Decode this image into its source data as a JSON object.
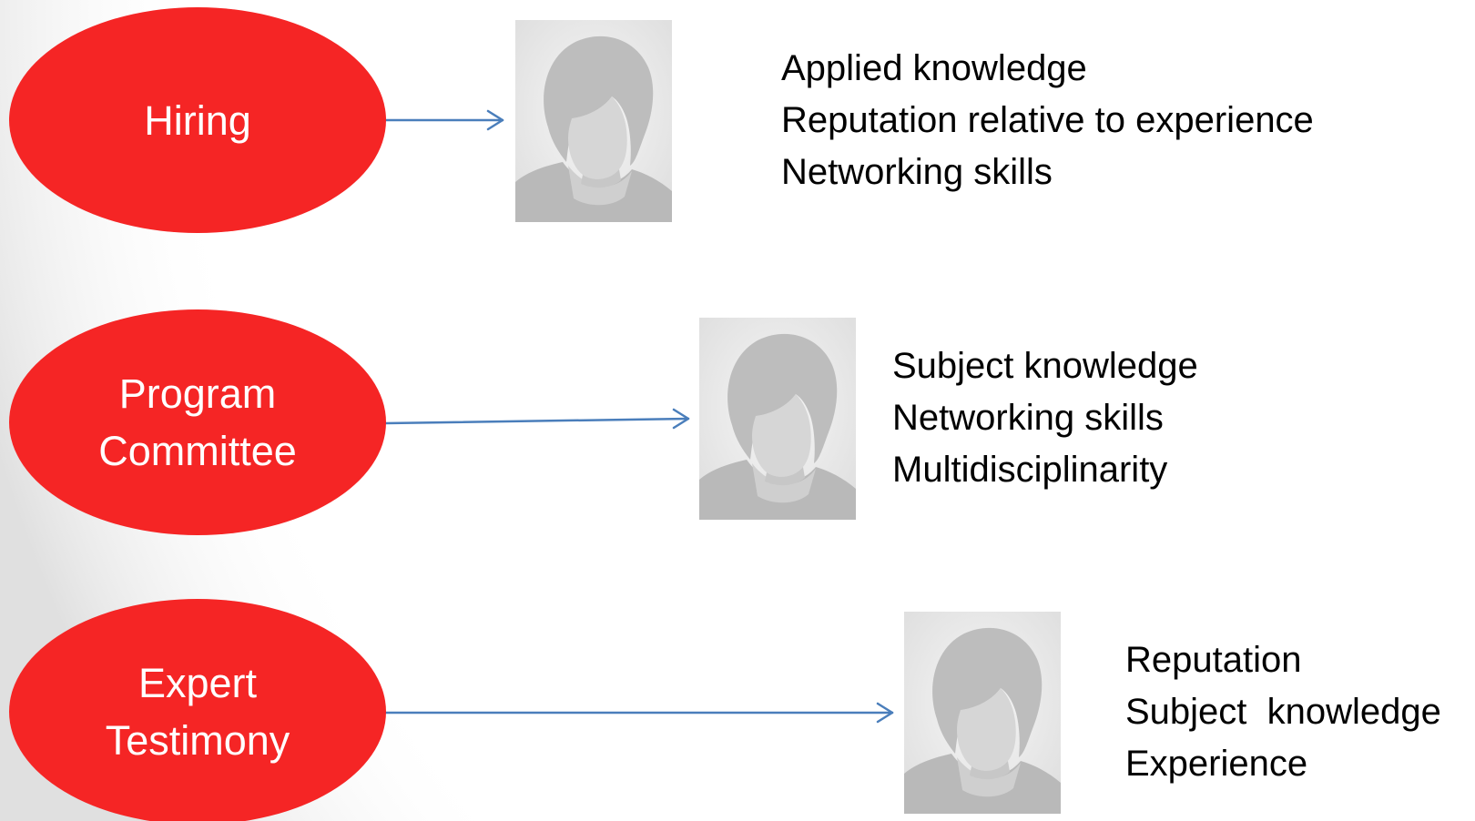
{
  "rows": [
    {
      "category_lines": [
        "Hiring"
      ],
      "criteria": [
        "Applied knowledge",
        "Reputation relative to experience",
        "Networking skills"
      ],
      "portrait_icon": "person-silhouette-icon"
    },
    {
      "category_lines": [
        "Program",
        "Committee"
      ],
      "criteria": [
        "Subject knowledge",
        "Networking skills",
        "Multidisciplinarity"
      ],
      "portrait_icon": "person-silhouette-icon"
    },
    {
      "category_lines": [
        "Expert",
        "Testimony"
      ],
      "criteria": [
        "Reputation",
        "Subject  knowledge",
        "Experience"
      ],
      "portrait_icon": "person-silhouette-icon"
    }
  ],
  "colors": {
    "oval_fill": "#f52525",
    "oval_text": "#ffffff",
    "arrow": "#4a7ebb",
    "text": "#000000",
    "portrait_bg": "#e6e6e6",
    "silhouette": "#b9b9b9"
  }
}
